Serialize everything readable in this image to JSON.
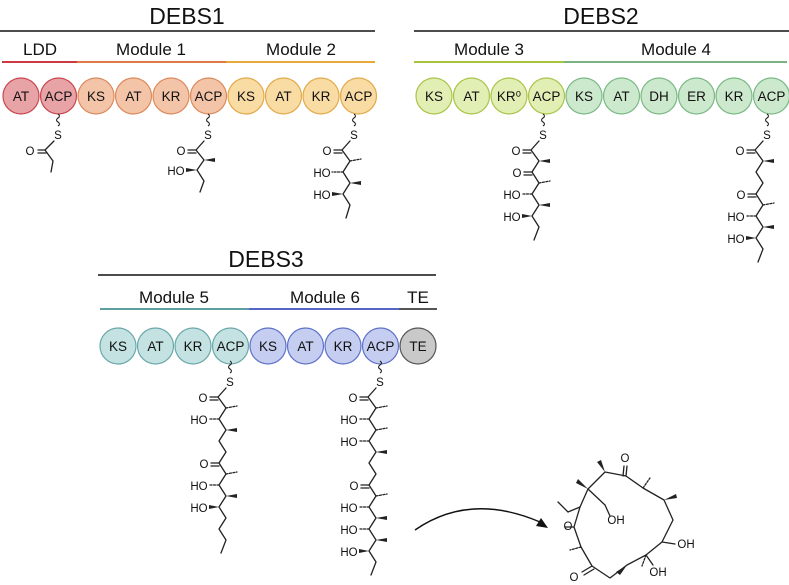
{
  "proteins": {
    "debs1": "DEBS1",
    "debs2": "DEBS2",
    "debs3": "DEBS3"
  },
  "modules": {
    "ldd": "LDD",
    "m1": "Module 1",
    "m2": "Module 2",
    "m3": "Module 3",
    "m4": "Module 4",
    "m5": "Module 5",
    "m6": "Module 6",
    "te": "TE"
  },
  "domains": {
    "ldd": [
      "AT",
      "ACP"
    ],
    "m1": [
      "KS",
      "AT",
      "KR",
      "ACP"
    ],
    "m2": [
      "KS",
      "AT",
      "KR",
      "ACP"
    ],
    "m3": [
      "KS",
      "AT",
      "KR⁰",
      "ACP"
    ],
    "m4": [
      "KS",
      "AT",
      "DH",
      "ER",
      "KR",
      "ACP"
    ],
    "m5": [
      "KS",
      "AT",
      "KR",
      "ACP"
    ],
    "m6": [
      "KS",
      "AT",
      "KR",
      "ACP"
    ],
    "te": [
      "TE"
    ]
  },
  "atoms": {
    "S": "S",
    "O": "O",
    "HO": "HO",
    "OH": "OH"
  },
  "colors": {
    "ldd": {
      "fill": "#e8a3a6",
      "stroke": "#c8474f",
      "bar": "#cc3b45"
    },
    "m1": {
      "fill": "#f4c4a8",
      "stroke": "#dc8a5c",
      "bar": "#e07a45"
    },
    "m2": {
      "fill": "#f9dba4",
      "stroke": "#e2aa4a",
      "bar": "#e8a93a"
    },
    "m3": {
      "fill": "#e2efb4",
      "stroke": "#a9c44a",
      "bar": "#a8c43a"
    },
    "m4": {
      "fill": "#cce8cd",
      "stroke": "#7ab986",
      "bar": "#79b37f"
    },
    "m5": {
      "fill": "#c5e2e2",
      "stroke": "#6aa8aa",
      "bar": "#5e9ea3"
    },
    "m6": {
      "fill": "#c5cdf0",
      "stroke": "#5f72c8",
      "bar": "#5566c4"
    },
    "te": {
      "fill": "#c9c9c9",
      "stroke": "#555555",
      "bar": "#555555"
    }
  }
}
